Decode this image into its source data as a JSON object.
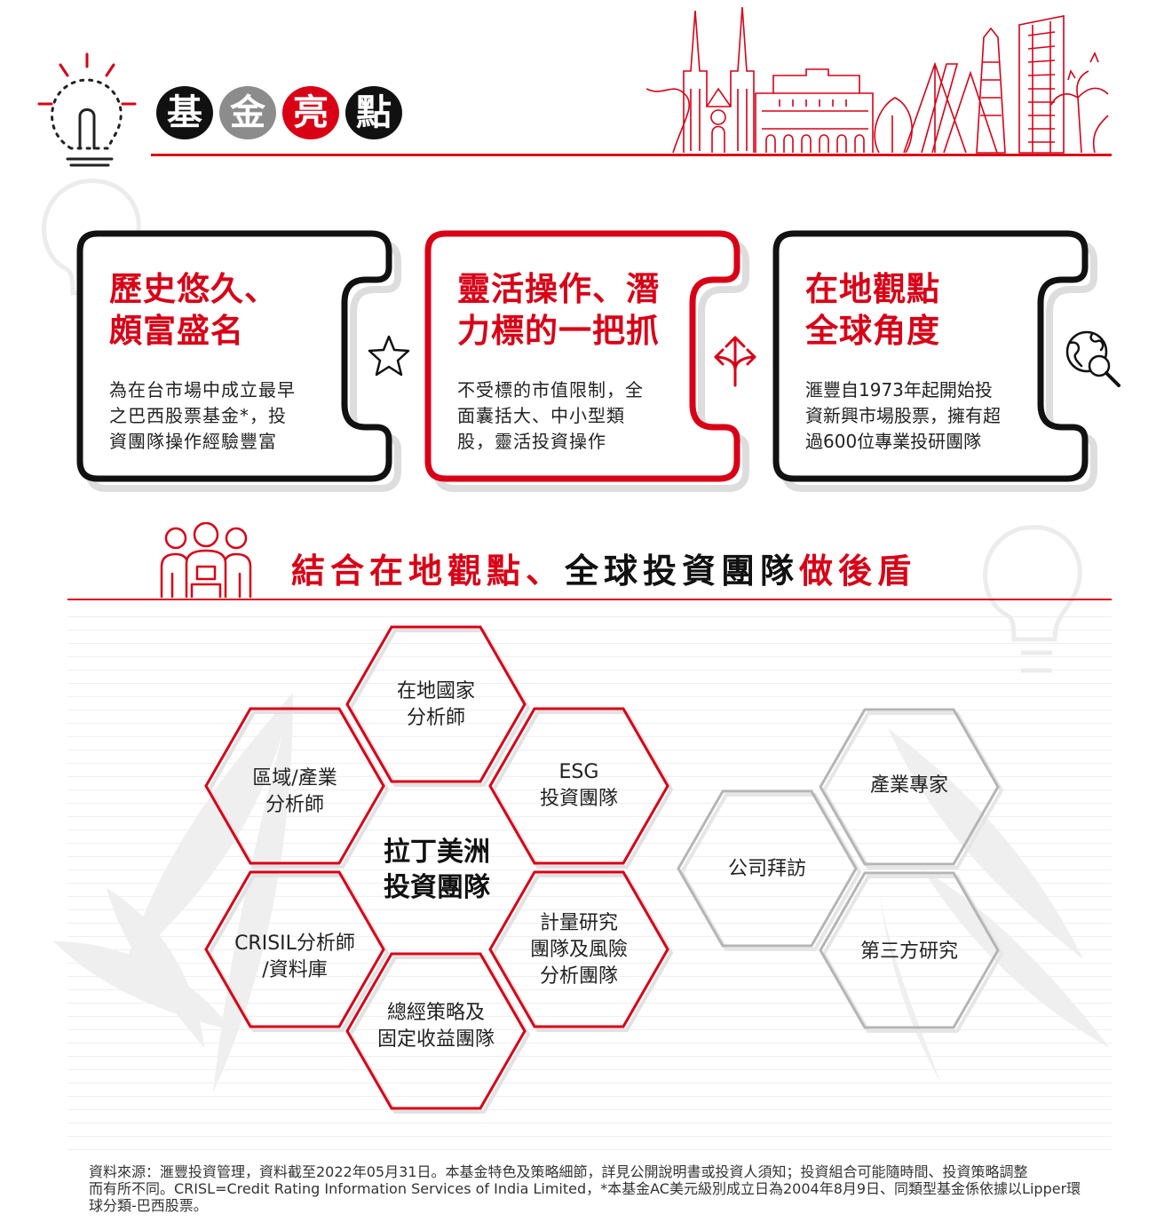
{
  "header": {
    "title_chars": [
      "基",
      "金",
      "亮",
      "點"
    ],
    "title_colors": [
      "#111111",
      "#8c8c8c",
      "#d90016",
      "#111111"
    ]
  },
  "highlights": [
    {
      "title_line1": "歷史悠久、",
      "title_line2": "頗富盛名",
      "desc_line1": "為在台市場中成立最早",
      "desc_line2": "之巴西股票基金*，投",
      "desc_line3": "資團隊操作經驗豐富",
      "icon": "star-icon"
    },
    {
      "title_line1": "靈活操作、潛",
      "title_line2": "力標的一把抓",
      "desc_line1": "不受標的市值限制，全",
      "desc_line2": "面囊括大、中小型類",
      "desc_line3": "股，靈活投資操作",
      "icon": "split-arrows-icon"
    },
    {
      "title_line1": "在地觀點",
      "title_line2": "全球角度",
      "desc_line1": "滙豐自1973年起開始投",
      "desc_line2": "資新興市場股票，擁有超",
      "desc_line3": "過600位專業投研團隊",
      "icon": "globe-search-icon"
    }
  ],
  "section": {
    "title_red_1": "結合在地觀點、",
    "title_black": "全球投資團隊",
    "title_red_2": "做後盾",
    "icon": "team-icon"
  },
  "team_center": {
    "line1": "拉丁美洲",
    "line2": "投資團隊"
  },
  "team_hexes": [
    {
      "line1": "在地國家",
      "line2": "分析師"
    },
    {
      "line1": "區域/產業",
      "line2": "分析師"
    },
    {
      "line1": "ESG",
      "line2": "投資團隊"
    },
    {
      "line1": "CRISIL分析師",
      "line2": "/資料庫"
    },
    {
      "line1": "計量研究",
      "line2": "團隊及風險",
      "line3": "分析團隊"
    },
    {
      "line1": "總經策略及",
      "line2": "固定收益團隊"
    }
  ],
  "external_hexes": [
    {
      "line1": "公司拜訪"
    },
    {
      "line1": "產業專家"
    },
    {
      "line1": "第三方研究"
    }
  ],
  "footer": {
    "line1": "資料來源：滙豐投資管理，資料截至2022年05月31日。本基金特色及策略細節，詳見公開說明書或投資人須知；投資組合可能隨時間、投資策略調整",
    "line2": "而有所不同。CRISL=Credit Rating Information Services of India Limited，*本基金AC美元級別成立日為2004年8月9日、同類型基金係依據以Lipper環",
    "line3": "球分類-巴西股票。"
  },
  "colors": {
    "accent": "#d90016",
    "dark": "#111111",
    "grey": "#b5b5b5"
  }
}
